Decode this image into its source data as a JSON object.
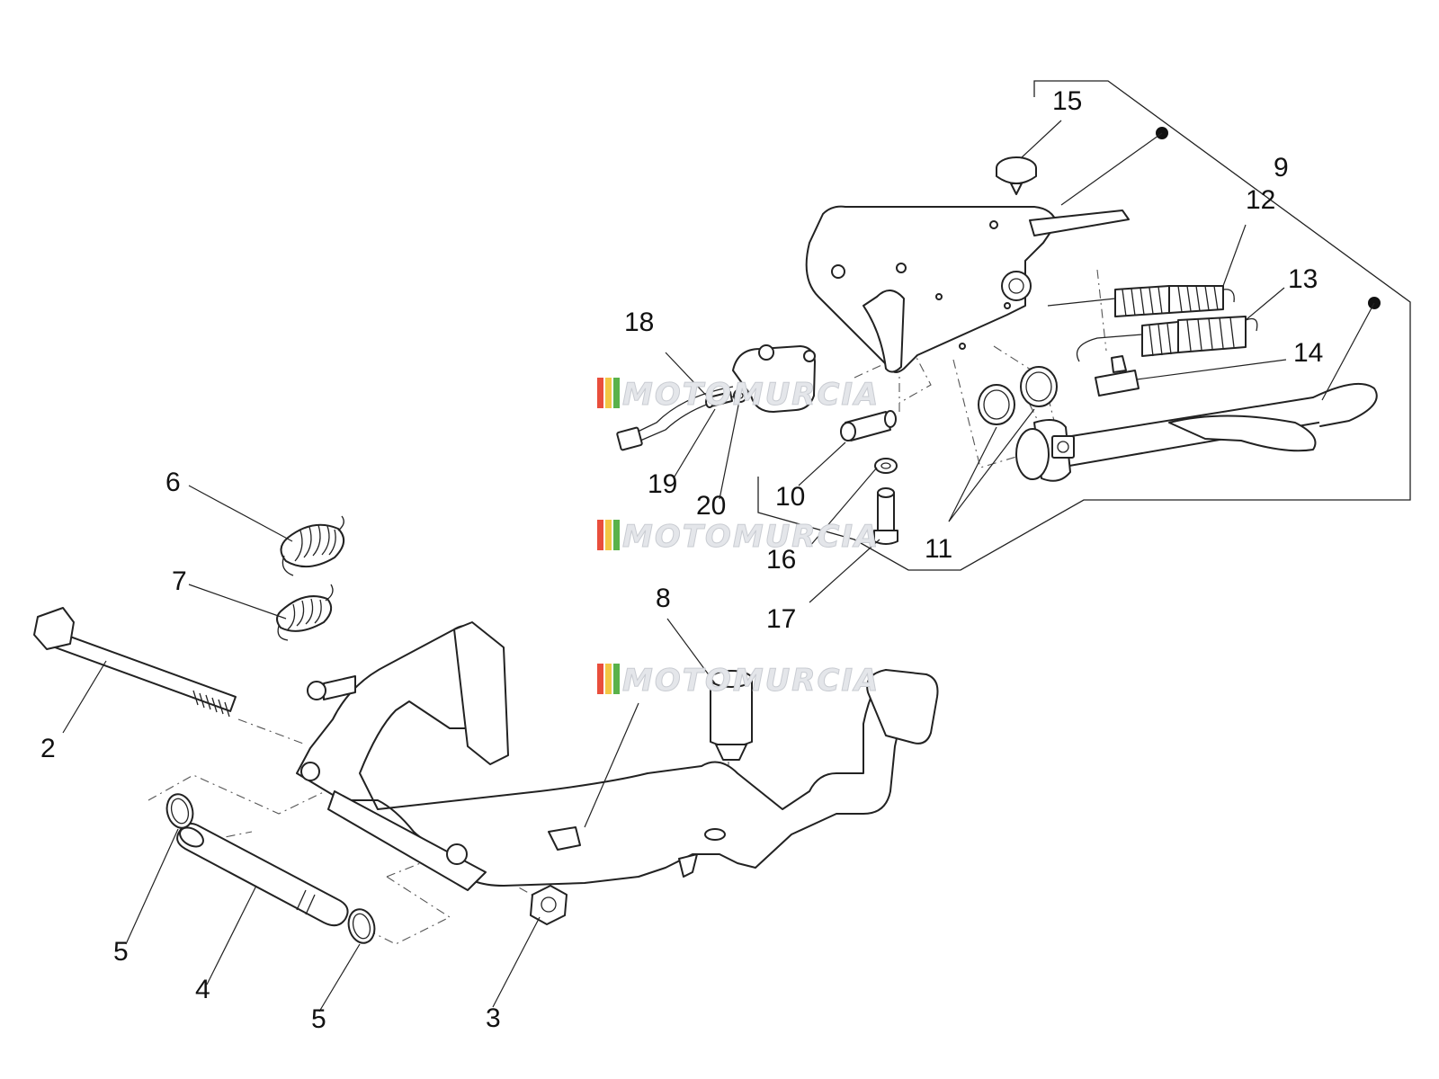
{
  "diagram": {
    "callouts": [
      "2",
      "3",
      "4",
      "5",
      "5",
      "6",
      "7",
      "8",
      "9",
      "10",
      "11",
      "12",
      "13",
      "14",
      "15",
      "16",
      "17",
      "18",
      "19",
      "20"
    ],
    "watermark": {
      "text": "MOTOMURCIA",
      "stripe_colors": [
        "#e94e3c",
        "#f2c744",
        "#59b24a"
      ]
    }
  }
}
